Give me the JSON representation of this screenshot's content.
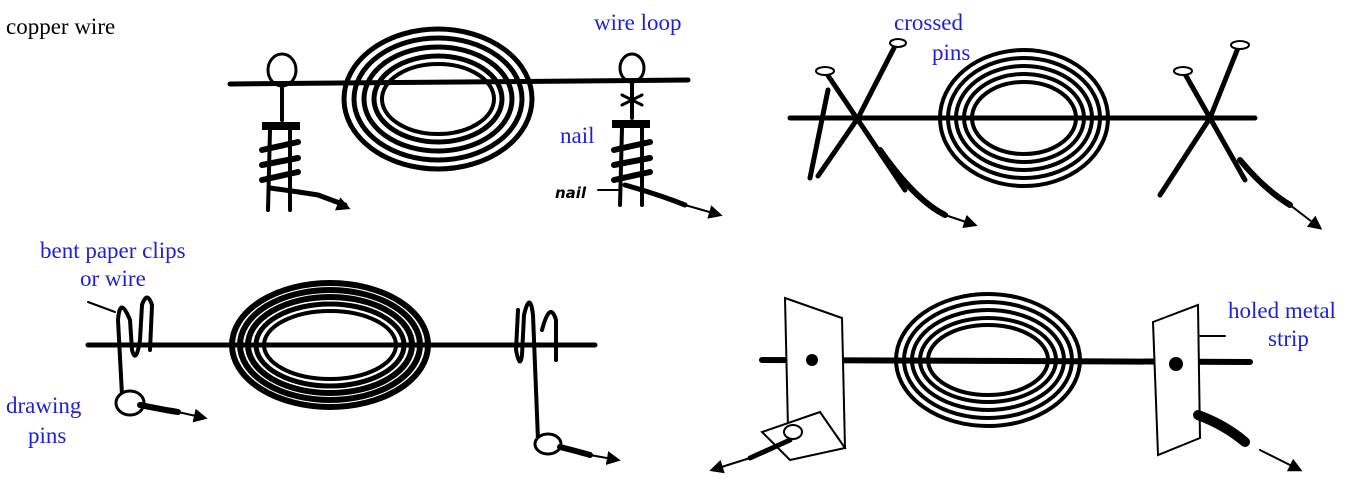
{
  "labels": {
    "top_left_text": "copper wire",
    "wire_loop": "wire loop",
    "nail": "nail",
    "handwritten_nail": "nail",
    "crossed_pins_line1": "crossed",
    "crossed_pins_line2": "pins",
    "bent_paper_clips_line1": "bent paper clips",
    "bent_paper_clips_line2": "or wire",
    "drawing_pins_line1": "drawing",
    "drawing_pins_line2": "pins",
    "holed_metal_strip_line1": "holed metal",
    "holed_metal_strip_line2": "strip"
  },
  "colors": {
    "label_blue": "#1f1fd6",
    "ink": "#000000"
  }
}
